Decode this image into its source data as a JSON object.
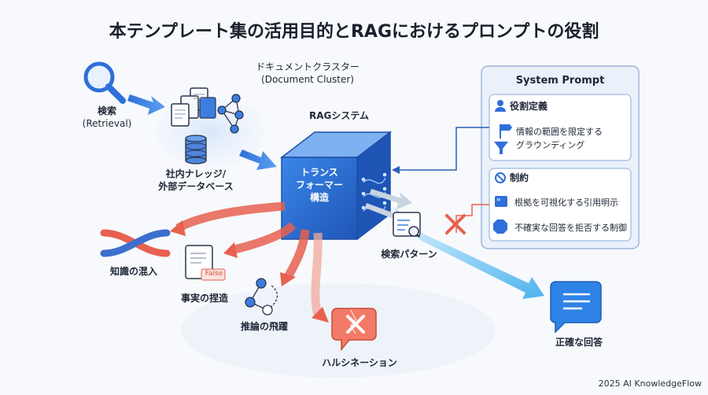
{
  "title": "本テンプレート集の活用目的とRAGにおけるプロンプトの役割",
  "retrieval": {
    "label_jp": "検索",
    "label_en": "(Retrieval)"
  },
  "cluster": {
    "label_jp": "ドキュメントクラスター",
    "label_en": "(Document Cluster)"
  },
  "knowledge": {
    "line1": "社内ナレッジ/",
    "line2": "外部データベース"
  },
  "rag_system": {
    "label": "RAGシステム",
    "cube_line1": "トランス",
    "cube_line2": "フォーマー",
    "cube_line3": "構造"
  },
  "search_pattern": {
    "label": "検索パターン"
  },
  "system_prompt": {
    "title": "System Prompt",
    "role": {
      "heading": "役割定義",
      "item1": "情報の範囲を限定する",
      "item2": "グラウンディング"
    },
    "constraint": {
      "heading": "制約",
      "item1": "根拠を可視化する引用明示",
      "item2": "不確実な回答を拒否する制御"
    }
  },
  "failures": {
    "mixing": "知識の混入",
    "fabrication": "事実の捏造",
    "false_tag": "False",
    "leap": "推論の飛躍",
    "hallucination": "ハルシネーション"
  },
  "answer": {
    "label": "正確な回答"
  },
  "footer": {
    "credit": "2025 AI KnowledgeFlow"
  },
  "colors": {
    "accent_blue": "#2f6fd8",
    "light_blue": "#55b6ee",
    "error_red": "#e8604f",
    "panel_bg": "#eaf1fb"
  }
}
